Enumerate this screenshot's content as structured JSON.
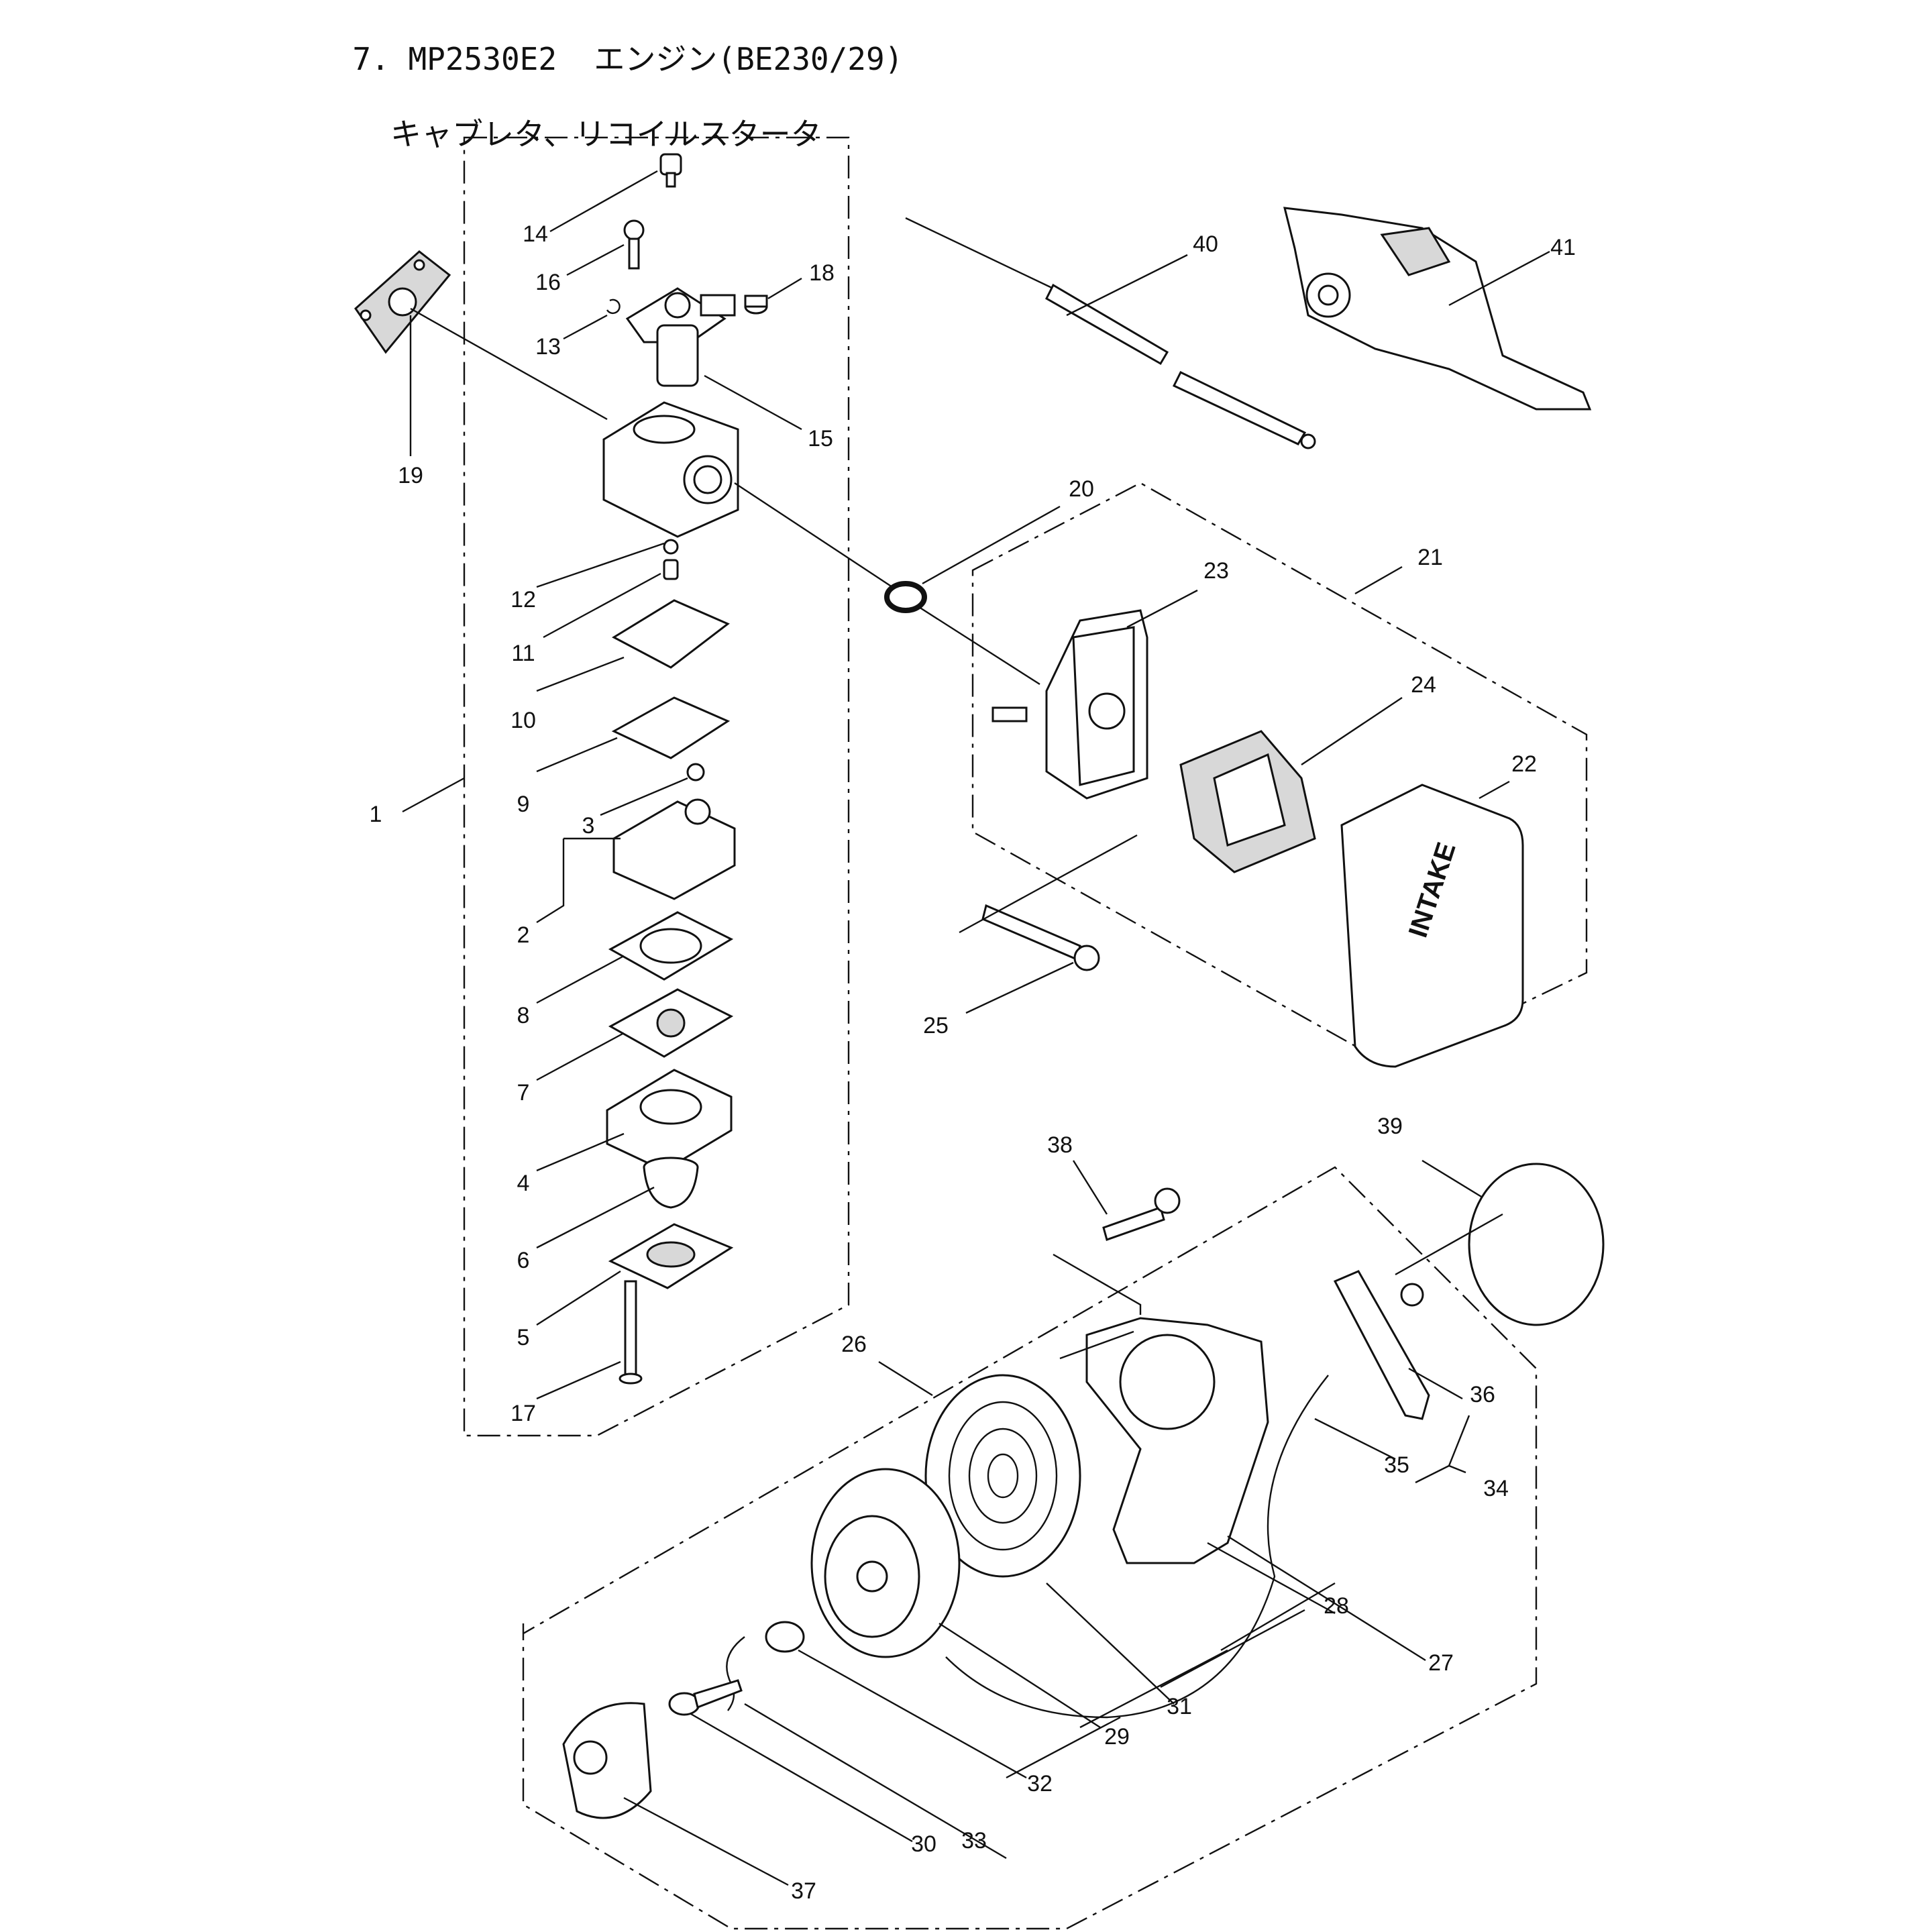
{
  "title": {
    "line1": "7. MP2530E2  エンジン(BE230/29)",
    "line2": "キャブレタ、リコイルスタータ"
  },
  "cover_label": "INTAKE",
  "callouts": [
    {
      "id": "1",
      "label": "1"
    },
    {
      "id": "2",
      "label": "2"
    },
    {
      "id": "3",
      "label": "3"
    },
    {
      "id": "4",
      "label": "4"
    },
    {
      "id": "5",
      "label": "5"
    },
    {
      "id": "6",
      "label": "6"
    },
    {
      "id": "7",
      "label": "7"
    },
    {
      "id": "8",
      "label": "8"
    },
    {
      "id": "9",
      "label": "9"
    },
    {
      "id": "10",
      "label": "10"
    },
    {
      "id": "11",
      "label": "11"
    },
    {
      "id": "12",
      "label": "12"
    },
    {
      "id": "13",
      "label": "13"
    },
    {
      "id": "14",
      "label": "14"
    },
    {
      "id": "15",
      "label": "15"
    },
    {
      "id": "16",
      "label": "16"
    },
    {
      "id": "17",
      "label": "17"
    },
    {
      "id": "18",
      "label": "18"
    },
    {
      "id": "19",
      "label": "19"
    },
    {
      "id": "20",
      "label": "20"
    },
    {
      "id": "21",
      "label": "21"
    },
    {
      "id": "22",
      "label": "22"
    },
    {
      "id": "23",
      "label": "23"
    },
    {
      "id": "24",
      "label": "24"
    },
    {
      "id": "25",
      "label": "25"
    },
    {
      "id": "26",
      "label": "26"
    },
    {
      "id": "27",
      "label": "27"
    },
    {
      "id": "28",
      "label": "28"
    },
    {
      "id": "29",
      "label": "29"
    },
    {
      "id": "30",
      "label": "30"
    },
    {
      "id": "31",
      "label": "31"
    },
    {
      "id": "32",
      "label": "32"
    },
    {
      "id": "33",
      "label": "33"
    },
    {
      "id": "34",
      "label": "34"
    },
    {
      "id": "35",
      "label": "35"
    },
    {
      "id": "36",
      "label": "36"
    },
    {
      "id": "37",
      "label": "37"
    },
    {
      "id": "38",
      "label": "38"
    },
    {
      "id": "39",
      "label": "39"
    },
    {
      "id": "40",
      "label": "40"
    },
    {
      "id": "41",
      "label": "41"
    }
  ]
}
